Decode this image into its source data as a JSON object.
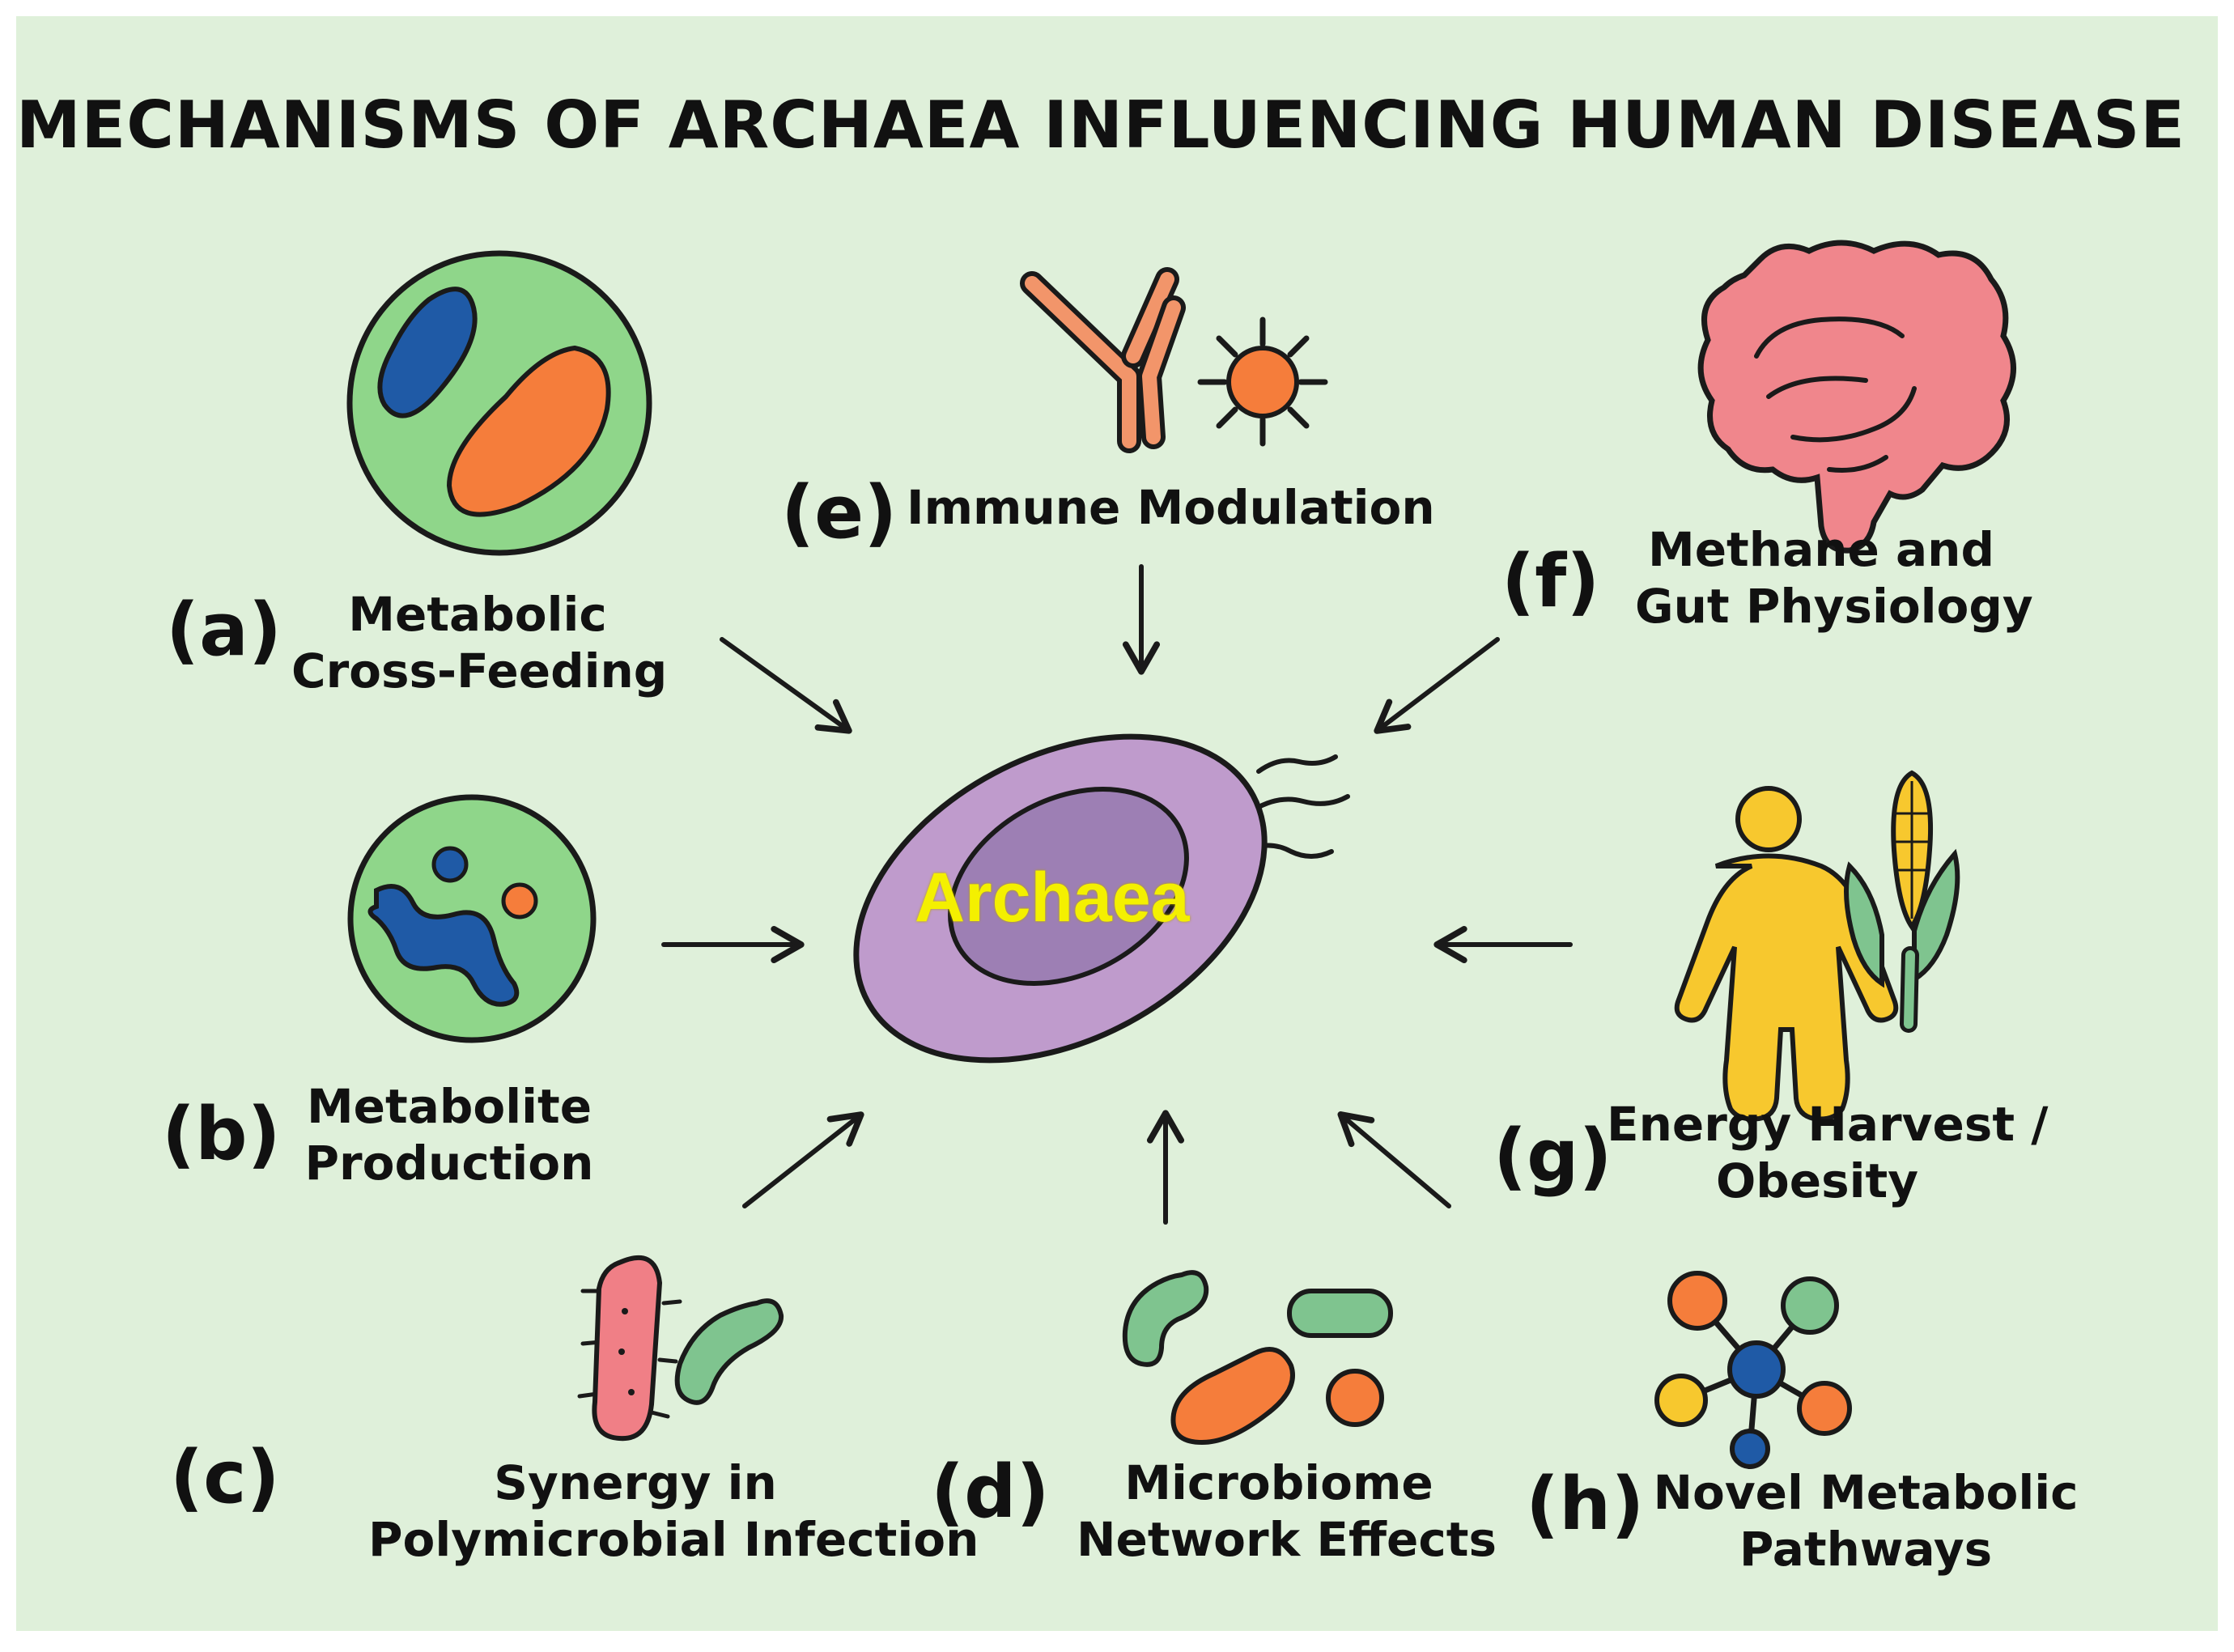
{
  "title": "MECHANISMS OF ARCHAEA INFLUENCING HUMAN DISEASE",
  "center": {
    "label": "Archaea",
    "label_color": "#f4f000",
    "body_color": "#bf9bcc"
  },
  "background": "#dff0da",
  "mechanisms": [
    {
      "key": "(a)",
      "lines": [
        "Metabolic",
        "Cross-Feeding"
      ],
      "icon": "cell-cross-feeding-icon"
    },
    {
      "key": "(b)",
      "lines": [
        "Metabolite",
        "Production"
      ],
      "icon": "cell-metabolite-icon"
    },
    {
      "key": "(c)",
      "lines": [
        "Synergy in",
        "Polymicrobial Infection"
      ],
      "icon": "bacteria-pair-icon"
    },
    {
      "key": "(d)",
      "lines": [
        "Microbiome",
        "Network Effects"
      ],
      "icon": "microbe-cluster-icon"
    },
    {
      "key": "(e)",
      "lines": [
        "Immune Modulation"
      ],
      "icon": "antibody-antigen-icon"
    },
    {
      "key": "(f)",
      "lines": [
        "Methane and",
        "Gut Physiology"
      ],
      "icon": "intestine-icon"
    },
    {
      "key": "(g)",
      "lines": [
        "Energy Harvest /",
        "Obesity"
      ],
      "icon": "person-corn-icon"
    },
    {
      "key": "(h)",
      "lines": [
        "Novel Metabolic",
        "Pathways"
      ],
      "icon": "molecule-network-icon"
    }
  ],
  "colors": {
    "green": "#8fd68a",
    "blue": "#1f5aa6",
    "orange": "#f57d3b",
    "pink": "#f07f86",
    "yellow": "#f7c82e",
    "mint": "#7fc48f"
  }
}
